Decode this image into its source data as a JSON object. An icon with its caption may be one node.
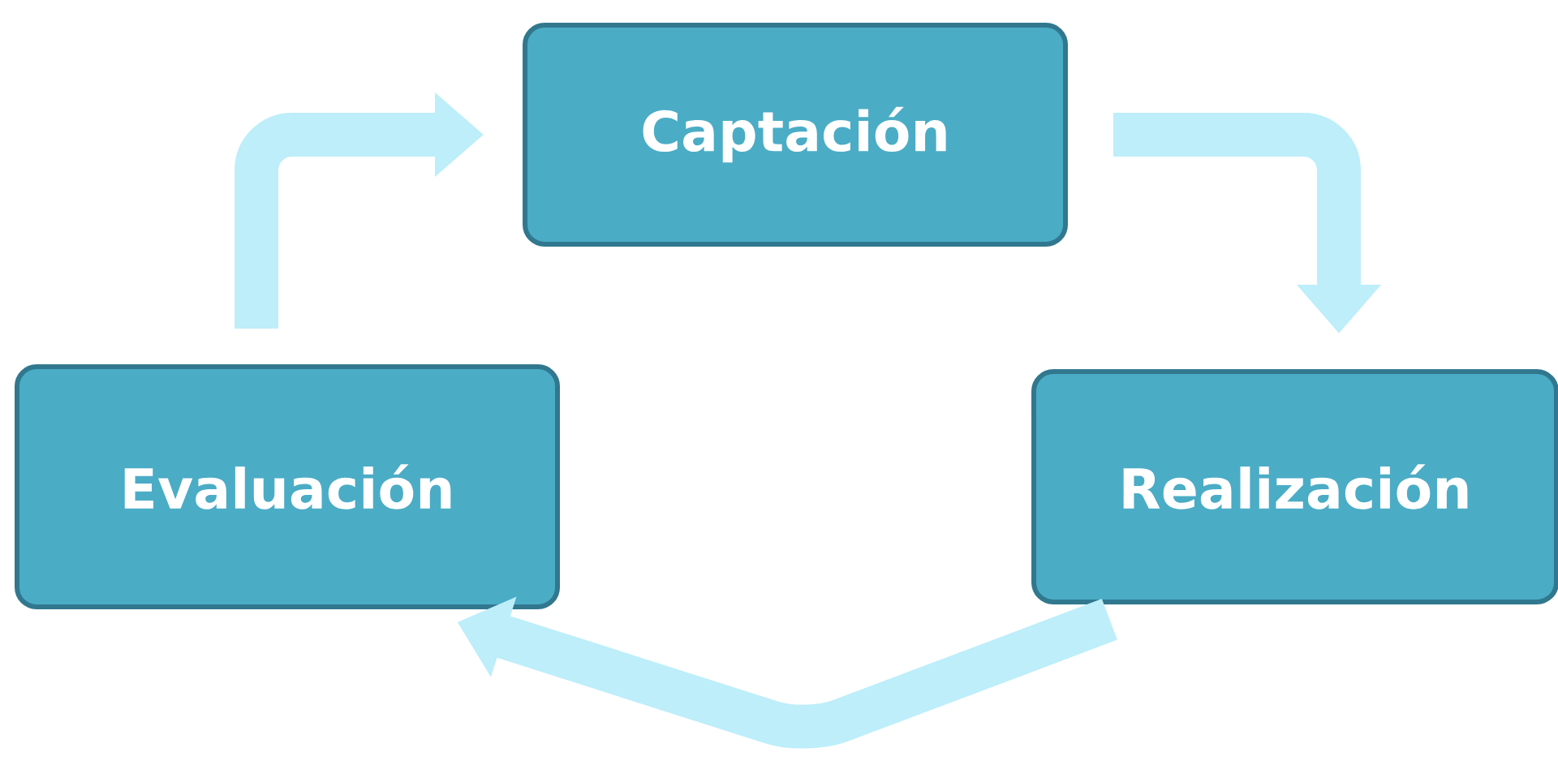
{
  "diagram": {
    "nodes": [
      {
        "text": [
          "Captación"
        ]
      },
      {
        "text": [
          "Realización"
        ]
      },
      {
        "text": [
          "Evaluación"
        ]
      }
    ],
    "edges": [
      {
        "from": 0,
        "to": 1,
        "arrow": "to"
      },
      {
        "from": 1,
        "to": 2,
        "arrow": "to"
      },
      {
        "from": 2,
        "to": 0,
        "arrow": "to"
      }
    ]
  }
}
